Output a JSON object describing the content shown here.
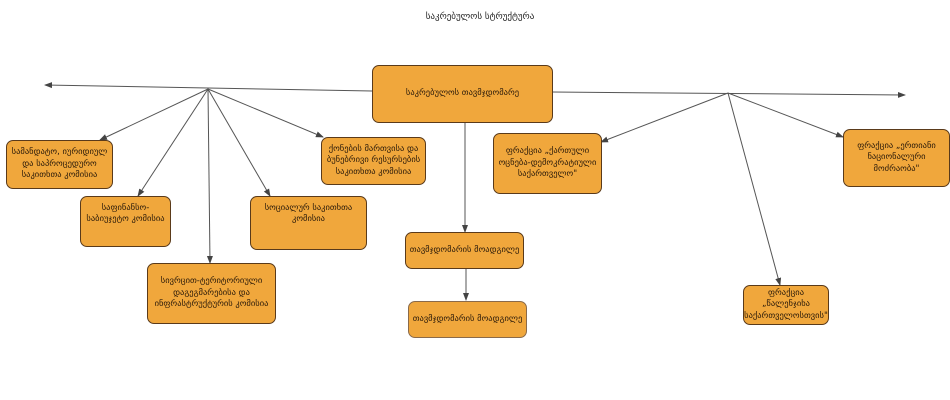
{
  "title": "საკრებულოს სტრუქტურა",
  "chair": "საკრებულოს თავმჯდომარე",
  "commissions": [
    "სამანდატო, იურიდიულ და საპროცედურო საკითხთა კომისია",
    "საფინანსო-საბიუჯეტო კომისია",
    "სივრცით-ტერიტორიული დაგეგმარებისა და ინფრასტრუქტურის კომისია",
    "სოციალურ საკითხთა კომისია",
    "ქონების მართვისა და ბუნებრივი რესურსების საკითხთა კომისია"
  ],
  "deputies": [
    "თავმჯდომარის მოადგილე",
    "თავმჯდომარის მოადგილე"
  ],
  "factions": [
    "ფრაქცია „ქართული ოცნება-დემოკრატიული საქართველო\"",
    "ფრაქცია „ერთიანი ნაციონალური მოძრაობა\"",
    "ფრაქცია „წალენჯიხა საქართველოსთვის\""
  ],
  "colors": {
    "box": "#f0a73c",
    "border": "#5a3a1a",
    "line": "#555555"
  }
}
